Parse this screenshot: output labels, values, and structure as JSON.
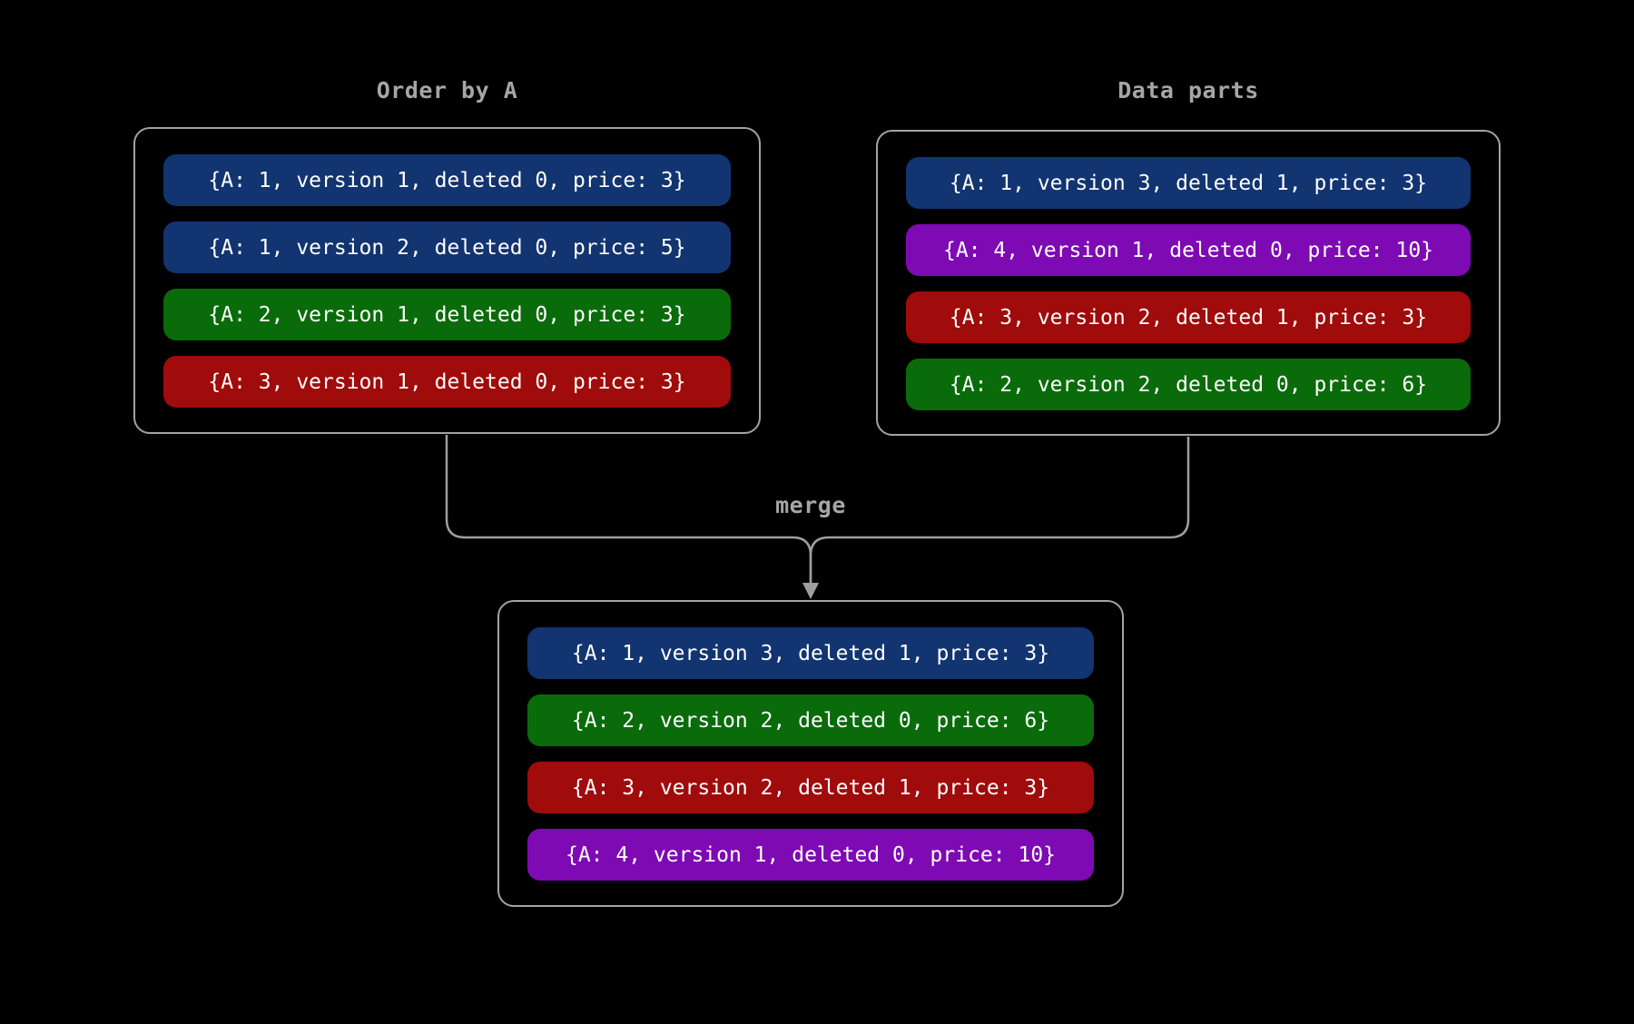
{
  "colors": {
    "blue": "#123470",
    "green": "#0a6b0a",
    "red": "#a00b0b",
    "purple": "#7e0ab4",
    "border": "#a3a3a3",
    "connector": "#9e9e9e",
    "title_text": "#a6a6a6",
    "row_text": "#ffffff",
    "background": "#000000"
  },
  "labels": {
    "merge": "merge"
  },
  "parts": {
    "left": {
      "title": "Order by A",
      "rows": [
        {
          "color": "blue",
          "text": "{A: 1, version 1, deleted 0, price: 3}"
        },
        {
          "color": "blue",
          "text": "{A: 1, version 2, deleted 0, price: 5}"
        },
        {
          "color": "green",
          "text": "{A: 2, version 1, deleted 0, price: 3}"
        },
        {
          "color": "red",
          "text": "{A: 3, version 1, deleted 0, price: 3}"
        }
      ]
    },
    "right": {
      "title": "Data parts",
      "rows": [
        {
          "color": "blue",
          "text": "{A: 1, version 3, deleted 1, price: 3}"
        },
        {
          "color": "purple",
          "text": "{A: 4, version 1, deleted 0, price: 10}"
        },
        {
          "color": "red",
          "text": "{A: 3, version 2, deleted 1, price: 3}"
        },
        {
          "color": "green",
          "text": "{A: 2, version 2, deleted 0, price: 6}"
        }
      ]
    },
    "merged": {
      "rows": [
        {
          "color": "blue",
          "text": "{A: 1, version 3, deleted 1, price: 3}"
        },
        {
          "color": "green",
          "text": "{A: 2, version 2, deleted 0, price: 6}"
        },
        {
          "color": "red",
          "text": "{A: 3, version 2, deleted 1, price: 3}"
        },
        {
          "color": "purple",
          "text": "{A: 4, version 1, deleted 0, price: 10}"
        }
      ]
    }
  }
}
